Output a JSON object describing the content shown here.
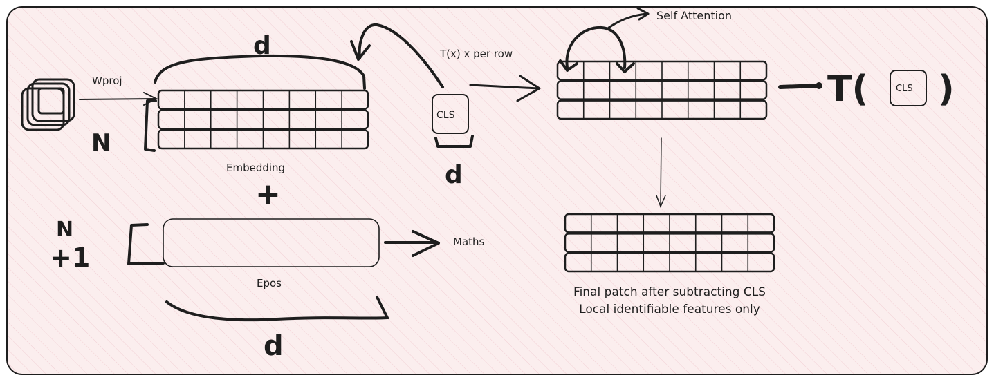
{
  "colors": {
    "ink": "#1e1e1e",
    "panel_fill": "#fbeeee",
    "hatch": "#f2cfd4"
  },
  "labels": {
    "wproj": "Wproj",
    "d_top": "d",
    "n_rows": "N",
    "embedding": "Embedding",
    "plus": "+",
    "n_plus_one_n": "N",
    "n_plus_one_rest": "+1",
    "epos": "Epos",
    "maths": "Maths",
    "d_bottom": "d",
    "cls_token": "CLS",
    "d_cls": "d",
    "transform_row": "T(x) x per row",
    "self_attention": "Self Attention",
    "t_open": "T(",
    "t_close": ")",
    "cls_output": "CLS",
    "final_line1": "Final patch after subtracting CLS",
    "final_line2": "Local identifiable features only"
  },
  "grids": {
    "embedding": {
      "rows": 3,
      "cols": 8
    },
    "attention": {
      "rows": 3,
      "cols": 8
    },
    "final": {
      "rows": 3,
      "cols": 8
    }
  },
  "icons": [
    "stacked-images-icon"
  ]
}
